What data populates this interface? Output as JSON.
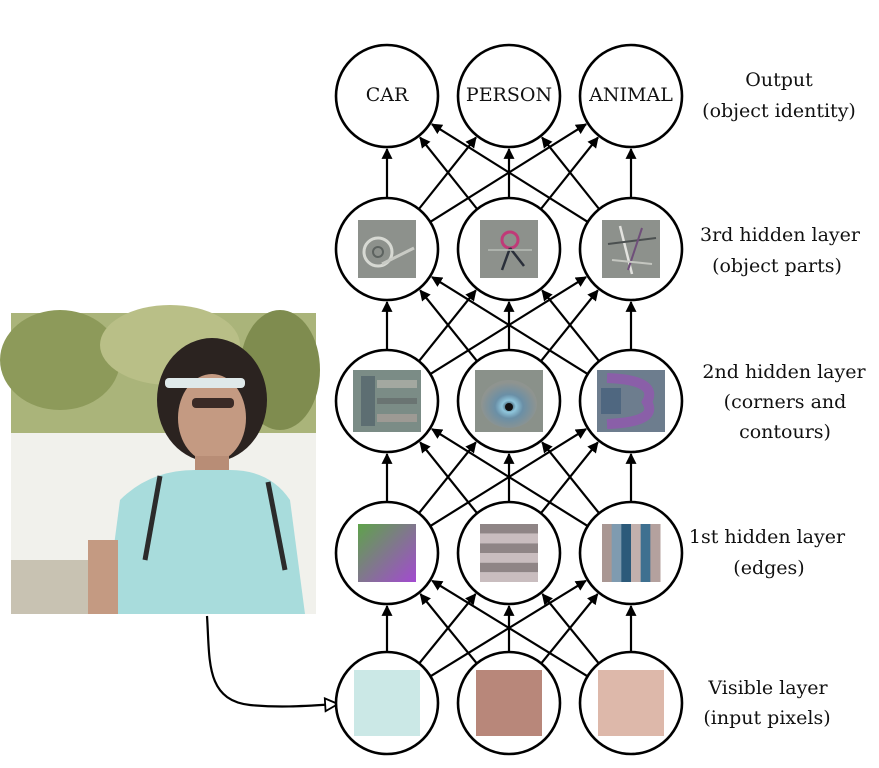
{
  "output_nodes": [
    {
      "label": "CAR"
    },
    {
      "label": "PERSON"
    },
    {
      "label": "ANIMAL"
    }
  ],
  "layer_titles": {
    "output": [
      "Output",
      "(object identity)"
    ],
    "hidden3": [
      "3rd hidden layer",
      "(object parts)"
    ],
    "hidden2": [
      "2nd hidden layer",
      "(corners and",
      "contours)"
    ],
    "hidden1": [
      "1st hidden layer",
      "(edges)"
    ],
    "visible": [
      "Visible layer",
      "(input pixels)"
    ]
  },
  "visible_pixel_colors": [
    "#cbe8e6",
    "#b8877a",
    "#ddb8aa"
  ],
  "edge_feature_colors": {
    "gradient": [
      "#5ea34a",
      "#a34ad1"
    ],
    "stripes": [
      "#8f8586",
      "#c9bdbf"
    ],
    "bars": [
      "#9d8b88",
      "#3a6c8c"
    ]
  },
  "photo_colors": {
    "sky": "#e8ece0",
    "foliage": "#9aa56a",
    "shirt": "#a8dcdc",
    "hair": "#2b2320",
    "skin": "#c49a82"
  }
}
